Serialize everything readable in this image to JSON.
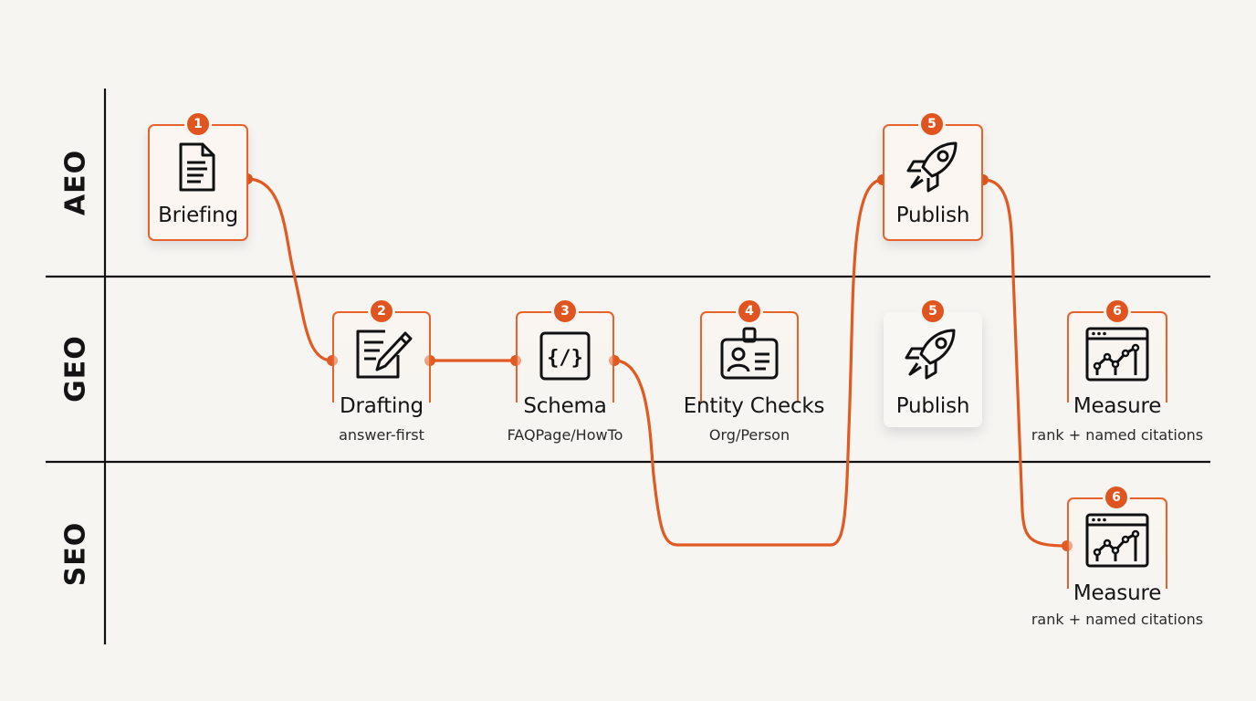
{
  "lanes": [
    {
      "label": "AEO"
    },
    {
      "label": "GEO"
    },
    {
      "label": "SEO"
    }
  ],
  "steps": {
    "briefing": {
      "number": "1",
      "title": "Briefing",
      "icon": "document-icon"
    },
    "drafting": {
      "number": "2",
      "title": "Drafting",
      "subtitle": "answer-first",
      "icon": "pencil-note-icon"
    },
    "schema": {
      "number": "3",
      "title": "Schema",
      "subtitle": "FAQPage/HowTo",
      "icon": "code-brackets-icon"
    },
    "entity_checks": {
      "number": "4",
      "title": "Entity Checks",
      "subtitle": "Org/Person",
      "icon": "id-badge-icon"
    },
    "publish_aeo": {
      "number": "5",
      "title": "Publish",
      "icon": "rocket-icon"
    },
    "publish_geo": {
      "number": "5",
      "title": "Publish",
      "icon": "rocket-icon"
    },
    "measure_geo": {
      "number": "6",
      "title": "Measure",
      "subtitle": "rank + named citations",
      "icon": "analytics-chart-icon"
    },
    "measure_seo": {
      "number": "6",
      "title": "Measure",
      "subtitle": "rank + named citations",
      "icon": "analytics-chart-icon"
    }
  },
  "colors": {
    "accent": "#e8622c",
    "badge": "#e0551f",
    "background": "#f6f5f2",
    "lines": "#111111"
  }
}
